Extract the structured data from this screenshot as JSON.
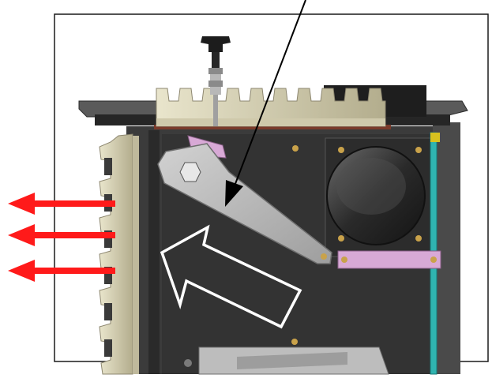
{
  "figure": {
    "kind": "mechanical-cutaway-illustration",
    "description_visible_text": "",
    "colors": {
      "background": "#ffffff",
      "frame": "#1a1a1a",
      "cabinet_interior": "#3b3b3b",
      "cabinet_panel": "#2e2e2e",
      "heat_sink_fin": "#d8d3b8",
      "heat_sink_shadow": "#a9a385",
      "lever_plate": "#bdbdbd",
      "lever_plate_edge": "#7c7c7c",
      "pink_bracket": "#d8a9d6",
      "teal_strip": "#2fb4b0",
      "top_plate": "#4a4a4a",
      "fan_housing": "#5c5c5c",
      "fan_core": "#1f1f1f",
      "exhaust_arrow": "#ff1a1a",
      "airflow_arrow_outline": "#ffffff",
      "pointer_arrow": "#000000",
      "bolt_brass": "#c9a24a"
    },
    "arrows": {
      "exhaust_count": 3,
      "exhaust_direction": "left",
      "airflow_direction": "up-left",
      "pointer_direction": "down-left"
    },
    "icons": [
      "knob-icon",
      "fan-icon",
      "bolt-icon"
    ]
  }
}
